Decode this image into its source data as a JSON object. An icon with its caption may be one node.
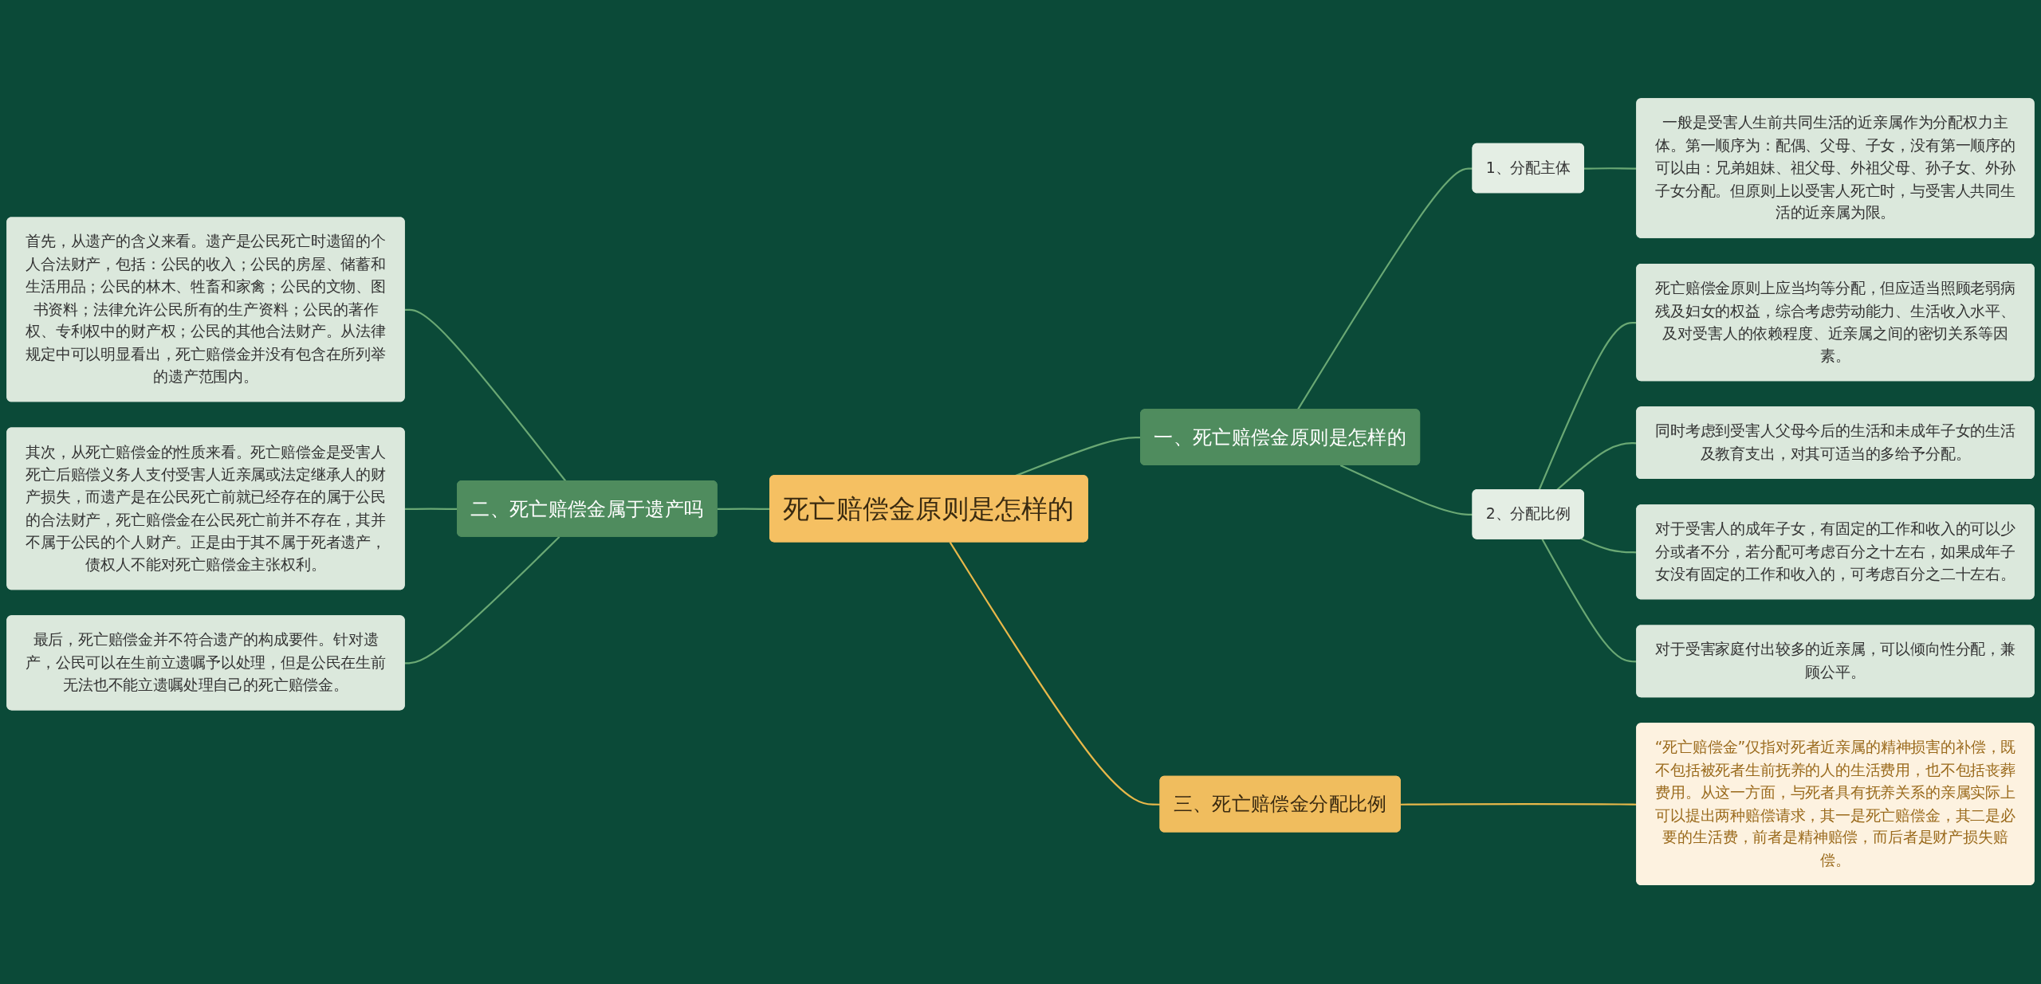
{
  "diagram": {
    "nodes": [
      {
        "text": [
          "死亡赔偿金原则是怎样的"
        ]
      },
      {
        "text": [
          "一、死亡赔偿金原则是怎样的"
        ]
      },
      {
        "text": [
          "1、分配主体"
        ]
      },
      {
        "text": [
          "一般是受害人生前共同生活的近亲属作为分配权力主体。第一顺序为：配偶、父母、子女，没有第一顺序的可以由：兄弟姐妹、祖父母、外祖父母、孙子女、外孙子女分配。但原则上以受害人死亡时，与受害人共同生活的近亲属为限。"
        ]
      },
      {
        "text": [
          "2、分配比例"
        ]
      },
      {
        "text": [
          "死亡赔偿金原则上应当均等分配，但应适当照顾老弱病残及妇女的权益，综合考虑劳动能力、生活收入水平、及对受害人的依赖程度、近亲属之间的密切关系等因素。"
        ]
      },
      {
        "text": [
          "同时考虑到受害人父母今后的生活和未成年子女的生活及教育支出，对其可适当的多给予分配。"
        ]
      },
      {
        "text": [
          "对于受害人的成年子女，有固定的工作和收入的可以少分或者不分，若分配可考虑百分之十左右，如果成年子女没有固定的工作和收入的，可考虑百分之二十左右。"
        ]
      },
      {
        "text": [
          "对于受害家庭付出较多的近亲属，可以倾向性分配，兼顾公平。"
        ]
      },
      {
        "text": [
          "三、死亡赔偿金分配比例"
        ]
      },
      {
        "text": [
          "“死亡赔偿金”仅指对死者近亲属的精神损害的补偿，既不包括被死者生前抚养的人的生活费用，也不包括丧葬费用。从这一方面，与死者具有抚养关系的亲属实际上可以提出两种赔偿请求，其一是死亡赔偿金，其二是必要的生活费，前者是精神赔偿，而后者是财产损失赔偿。"
        ]
      },
      {
        "text": [
          "二、死亡赔偿金属于遗产吗"
        ]
      },
      {
        "text": [
          "首先，从遗产的含义来看。遗产是公民死亡时遗留的个人合法财产，包括：公民的收入；公民的房屋、储蓄和生活用品；公民的林木、牲畜和家禽；公民的文物、图书资料；法律允许公民所有的生产资料；公民的著作权、专利权中的财产权；公民的其他合法财产。从法律规定中可以明显看出，死亡赔偿金并没有包含在所列举的遗产范围内。"
        ]
      },
      {
        "text": [
          "其次，从死亡赔偿金的性质来看。死亡赔偿金是受害人死亡后赔偿义务人支付受害人近亲属或法定继承人的财产损失，而遗产是在公民死亡前就已经存在的属于公民的合法财产，死亡赔偿金在公民死亡前并不存在，其并不属于公民的个人财产。正是由于其不属于死者遗产，债权人不能对死亡赔偿金主张权利。"
        ]
      },
      {
        "text": [
          "最后，死亡赔偿金并不符合遗产的构成要件。针对遗产，公民可以在生前立遗嘱予以处理，但是公民在生前无法也不能立遗嘱处理自己的死亡赔偿金。"
        ]
      }
    ],
    "edges": [
      {
        "from": 0,
        "to": 1,
        "arrow": "none"
      },
      {
        "from": 1,
        "to": 2,
        "arrow": "none"
      },
      {
        "from": 2,
        "to": 3,
        "arrow": "none"
      },
      {
        "from": 1,
        "to": 4,
        "arrow": "none"
      },
      {
        "from": 4,
        "to": 5,
        "arrow": "none"
      },
      {
        "from": 4,
        "to": 6,
        "arrow": "none"
      },
      {
        "from": 4,
        "to": 7,
        "arrow": "none"
      },
      {
        "from": 4,
        "to": 8,
        "arrow": "none"
      },
      {
        "from": 0,
        "to": 9,
        "arrow": "none",
        "color": "#e8b84a"
      },
      {
        "from": 9,
        "to": 10,
        "arrow": "none",
        "color": "#e8b84a"
      },
      {
        "from": 0,
        "to": 11,
        "arrow": "none"
      },
      {
        "from": 11,
        "to": 12,
        "arrow": "none"
      },
      {
        "from": 11,
        "to": 13,
        "arrow": "none"
      },
      {
        "from": 11,
        "to": 14,
        "arrow": "none"
      }
    ]
  }
}
